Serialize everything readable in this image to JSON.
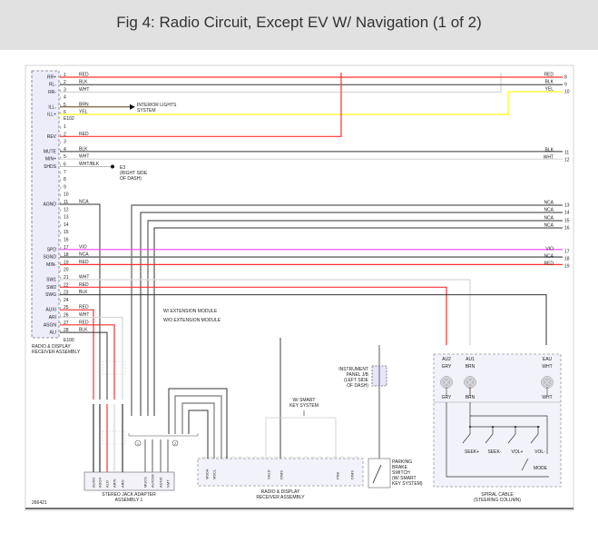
{
  "title": "Fig 4: Radio Circuit, Except EV W/ Navigation (1 of 2)",
  "wire_colors": {
    "RED": "#ff3030",
    "BLK": "#333333",
    "WHT": "#d6d6d6",
    "BRN": "#5a3a10",
    "YEL": "#ffff40",
    "VIO": "#ff40ff",
    "NCA": "#777777",
    "GRY": "#999999",
    "WHT/BLK": "#bbbbbb"
  },
  "connector_a": {
    "id": "E102",
    "pins": [
      {
        "num": "1",
        "name": "RR+",
        "wire": "RED"
      },
      {
        "num": "2",
        "name": "RL-",
        "wire": "BLK"
      },
      {
        "num": "3",
        "name": "RR-",
        "wire": "WHT"
      },
      {
        "num": "4",
        "name": "",
        "wire": ""
      },
      {
        "num": "5",
        "name": "ILL-",
        "wire": "BRN"
      },
      {
        "num": "6",
        "name": "ILL+",
        "wire": "YEL"
      }
    ]
  },
  "connector_b": {
    "id": "E100",
    "pins": [
      {
        "num": "1",
        "name": "",
        "wire": ""
      },
      {
        "num": "2",
        "name": "REV",
        "wire": "RED"
      },
      {
        "num": "3",
        "name": "",
        "wire": ""
      },
      {
        "num": "4",
        "name": "MUTE",
        "wire": "BLK"
      },
      {
        "num": "5",
        "name": "MIN+",
        "wire": "WHT"
      },
      {
        "num": "6",
        "name": "SHDS",
        "wire": "WHT/BLK"
      },
      {
        "num": "7",
        "name": "",
        "wire": ""
      },
      {
        "num": "8",
        "name": "",
        "wire": ""
      },
      {
        "num": "9",
        "name": "",
        "wire": ""
      },
      {
        "num": "10",
        "name": "",
        "wire": ""
      },
      {
        "num": "11",
        "name": "AGND",
        "wire": "NCA"
      },
      {
        "num": "12",
        "name": "",
        "wire": ""
      },
      {
        "num": "13",
        "name": "",
        "wire": ""
      },
      {
        "num": "14",
        "name": "",
        "wire": ""
      },
      {
        "num": "15",
        "name": "",
        "wire": ""
      },
      {
        "num": "16",
        "name": "",
        "wire": ""
      },
      {
        "num": "17",
        "name": "SPD",
        "wire": "VIO"
      },
      {
        "num": "18",
        "name": "SGND",
        "wire": "NCA"
      },
      {
        "num": "19",
        "name": "MIN-",
        "wire": "RED"
      },
      {
        "num": "20",
        "name": "",
        "wire": ""
      },
      {
        "num": "21",
        "name": "SW1",
        "wire": "WHT"
      },
      {
        "num": "22",
        "name": "SW2",
        "wire": "RED"
      },
      {
        "num": "23",
        "name": "SWG",
        "wire": "BLK"
      },
      {
        "num": "24",
        "name": "",
        "wire": ""
      },
      {
        "num": "25",
        "name": "AUXI",
        "wire": "RED"
      },
      {
        "num": "26",
        "name": "ARI",
        "wire": "WHT"
      },
      {
        "num": "27",
        "name": "ASGN",
        "wire": "RED"
      },
      {
        "num": "28",
        "name": "ALI",
        "wire": "BLK"
      }
    ]
  },
  "right_pins": [
    {
      "num": "8",
      "wire": "RED"
    },
    {
      "num": "9",
      "wire": "BLK"
    },
    {
      "num": "10",
      "wire": "YEL"
    },
    {
      "num": "11",
      "wire": "BLK"
    },
    {
      "num": "12",
      "wire": "WHT"
    },
    {
      "num": "13",
      "wire": "NCA"
    },
    {
      "num": "14",
      "wire": "NCA"
    },
    {
      "num": "15",
      "wire": "NCA"
    },
    {
      "num": "16",
      "wire": "NCA"
    },
    {
      "num": "17",
      "wire": "VIO"
    },
    {
      "num": "18",
      "wire": "NCA"
    },
    {
      "num": "19",
      "wire": "RED"
    }
  ],
  "labels": {
    "interior_lights": [
      "INTERIOR LIGHTS",
      "SYSTEM"
    ],
    "ground_e3": [
      "E3",
      "(RIGHT SIDE",
      "OF DASH)"
    ],
    "receiver_left": [
      "RADIO & DISPLAY",
      "RECEIVER ASSEMBLY"
    ],
    "with_ext": "W/ EXTENSION MODULE",
    "without_ext": "W/O EXTENSION MODULE",
    "stereo_jack": [
      "STEREO JACK ADAPTER",
      "ASSEMBLY 1"
    ],
    "receiver_bottom": [
      "RADIO & DISPLAY",
      "RECEIVER ASSEMBLY"
    ],
    "smart_key": [
      "W/ SMART",
      "KEY SYSTEM"
    ],
    "instrument_jb": [
      "INSTRUMENT",
      "PANEL J/B",
      "(LEFT SIDE",
      "OF DASH)"
    ],
    "parking_brake": [
      "PARKING",
      "BRAKE",
      "SWITCH",
      "(W/ SMART",
      "KEY SYSTEM)"
    ],
    "spiral_cable": [
      "SPIRAL CABLE",
      "(STEERING COLUMN)"
    ],
    "figure_id": "266421",
    "splice_1": "1",
    "splice_2": "2"
  },
  "spiral": {
    "top_pins": [
      {
        "name": "AU2",
        "wire": "GRY"
      },
      {
        "name": "AU1",
        "wire": "BRN"
      },
      {
        "name": "EAU",
        "wire": "WHT"
      }
    ],
    "switches": [
      "SEEK+",
      "SEEK-",
      "VOL+",
      "VOL-",
      "MODE"
    ]
  },
  "jack_pins": [
    "AUXO",
    "ASGN",
    "ALO",
    "ARIN",
    "ARO",
    "MUCS",
    "AUXSW",
    "AGND",
    "NMT"
  ],
  "receiver_pins_bottom": [
    "MSDA",
    "MSCL",
    "SHLD",
    "DIMS",
    "PKB",
    "DIMS"
  ]
}
